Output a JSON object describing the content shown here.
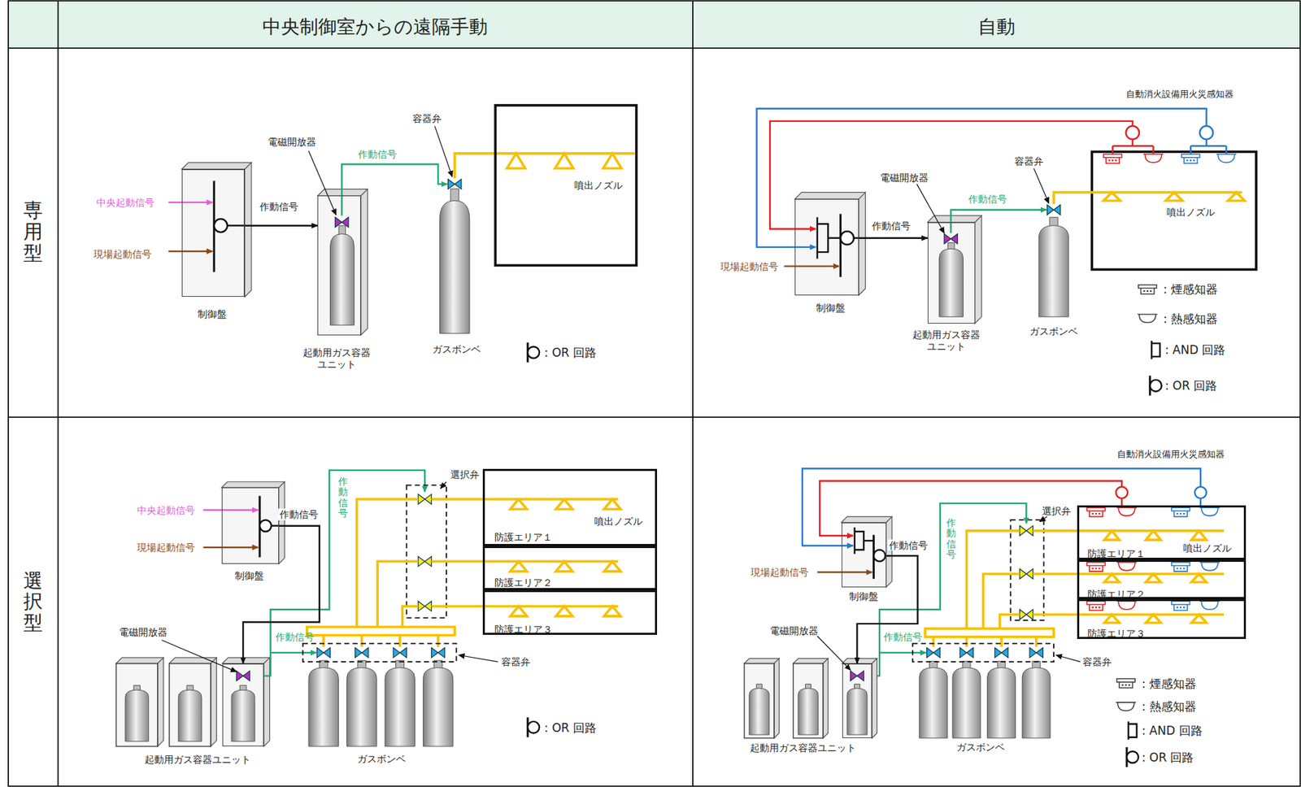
{
  "diagram": {
    "nodes": [
      {
        "text": [
          "制御盤"
        ]
      },
      {
        "text": [
          "起動用ガス容器 ユニット"
        ]
      },
      {
        "text": [
          "制御盤"
        ]
      },
      {
        "text": [
          "起動用ガス容器 ユニット"
        ]
      },
      {
        "text": [
          "制御盤"
        ]
      },
      {
        "text": [
          "起動用ガス容器ユニット"
        ]
      },
      {
        "text": [
          "防護エリア１"
        ]
      },
      {
        "text": [
          "防護エリア２"
        ]
      },
      {
        "text": [
          "防護エリア３"
        ]
      },
      {
        "text": [
          "制御盤"
        ]
      },
      {
        "text": [
          "起動用ガス容器ユニット"
        ]
      },
      {
        "text": [
          "防護エリア１"
        ]
      },
      {
        "text": [
          "防護エリア２"
        ]
      },
      {
        "text": [
          "防護エリア３"
        ]
      }
    ],
    "edges": [
      {
        "from": 0,
        "to": 1,
        "label": "作動信号",
        "arrow": "to"
      },
      {
        "from": 2,
        "to": 3,
        "label": "作動信号",
        "arrow": "to"
      },
      {
        "from": 4,
        "to": 5,
        "label": "作動信号",
        "arrow": "to"
      },
      {
        "from": 9,
        "to": 10,
        "label": "作動信号",
        "arrow": "to"
      }
    ],
    "labels": [
      "中央制御室からの遠隔手動",
      "自動",
      "専用型",
      "選択型",
      "中央起動信号",
      "現場起動信号",
      "電磁開放器",
      "作動信号",
      "容器弁",
      "噴出ノズル",
      "ガスボンベ",
      "自動消火設備用火災感知器",
      "電磁開放器",
      "作動信号",
      "容器弁",
      "噴出ノズル",
      "現場起動信号",
      "ガスボンベ",
      "選択弁",
      "作動信号",
      "中央起動信号",
      "現場起動信号",
      "噴出ノズル",
      "電磁開放器",
      "作動信号",
      "容器弁",
      "ガスボンベ",
      "自動消火設備用火災感知器",
      "選択弁",
      "作動信号",
      "噴出ノズル",
      "現場起動信号",
      "電磁開放器",
      "作動信号",
      "容器弁",
      "ガスボンベ"
    ],
    "legend": [
      {
        "text": ": OR 回路"
      },
      {
        "text": ": 煙感知器"
      },
      {
        "text": ": 熱感知器"
      },
      {
        "text": ": AND 回路"
      },
      {
        "text": ": OR 回路"
      },
      {
        "text": ": OR 回路"
      },
      {
        "text": ": 煙感知器"
      },
      {
        "text": ": 熱感知器"
      },
      {
        "text": ": AND 回路"
      },
      {
        "text": ": OR 回路"
      }
    ]
  }
}
